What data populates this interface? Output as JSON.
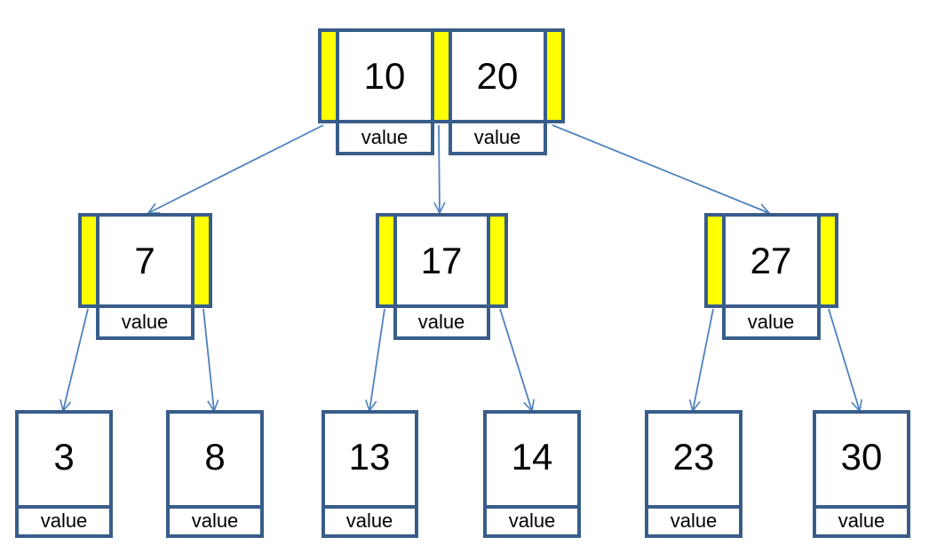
{
  "colors": {
    "border": "#385d8a",
    "pointer": "#ffff00",
    "edge": "#4f81bd",
    "background": "#ffffff"
  },
  "root": {
    "keys": [
      {
        "key": "10",
        "value": "value"
      },
      {
        "key": "20",
        "value": "value"
      }
    ]
  },
  "internal": [
    {
      "key": "7",
      "value": "value"
    },
    {
      "key": "17",
      "value": "value"
    },
    {
      "key": "27",
      "value": "value"
    }
  ],
  "leaves": [
    {
      "key": "3",
      "value": "value"
    },
    {
      "key": "8",
      "value": "value"
    },
    {
      "key": "13",
      "value": "value"
    },
    {
      "key": "14",
      "value": "value"
    },
    {
      "key": "23",
      "value": "value"
    },
    {
      "key": "30",
      "value": "value"
    }
  ]
}
